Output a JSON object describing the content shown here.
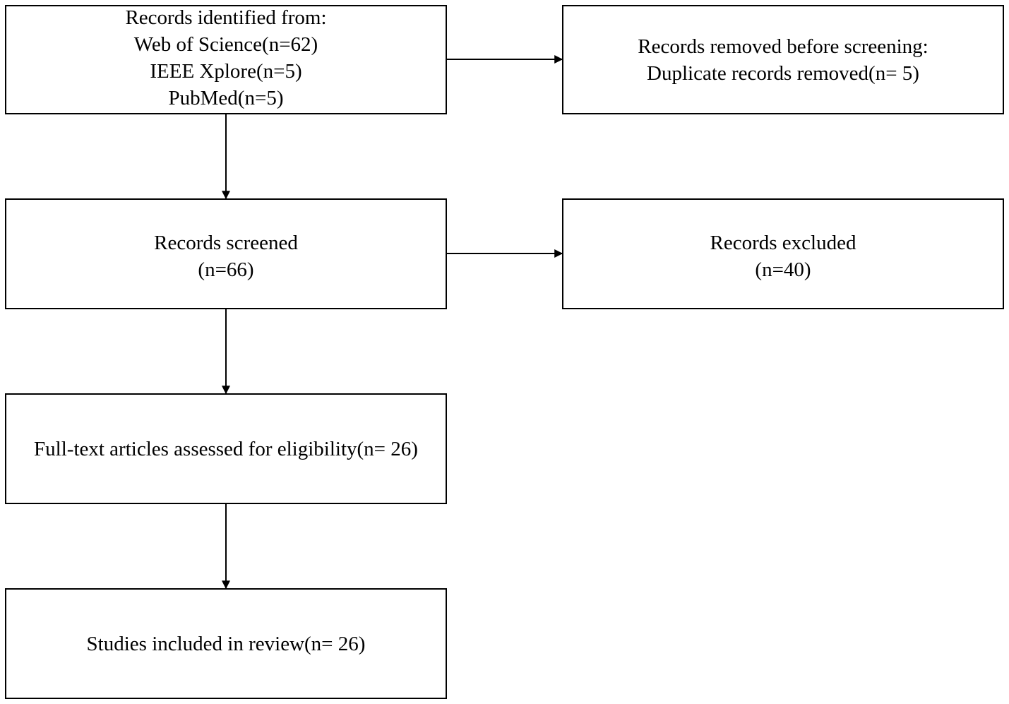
{
  "flow": {
    "identification": {
      "lines": [
        "Records identified from:",
        "Web of Science(n=62)",
        "IEEE Xplore(n=5)",
        "PubMed(n=5)"
      ]
    },
    "removed": {
      "lines": [
        "Records removed before screening:",
        "Duplicate records removed(n= 5)"
      ]
    },
    "screened": {
      "lines": [
        "Records screened",
        "(n=66)"
      ]
    },
    "excluded": {
      "lines": [
        "Records excluded",
        "(n=40)"
      ]
    },
    "fulltext": {
      "lines": [
        "Full-text articles assessed for eligibility(n= 26)"
      ]
    },
    "included": {
      "lines": [
        "Studies included in review(n= 26)"
      ]
    }
  }
}
